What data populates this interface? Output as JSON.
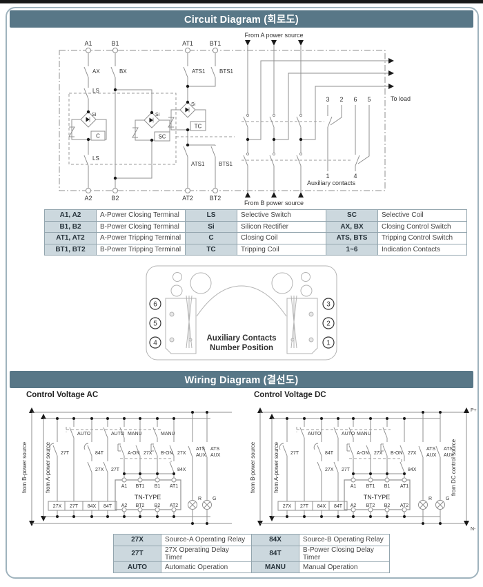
{
  "titles": {
    "circuit": "Circuit Diagram (회로도)",
    "wiring": "Wiring Diagram (결선도)"
  },
  "circuit": {
    "from_a": "From A power source",
    "from_b": "From B power source",
    "to_load": "To load",
    "aux_label": "Auxiliary contacts",
    "t_top": [
      "A1",
      "B1",
      "AT1",
      "BT1"
    ],
    "t_bottom": [
      "A2",
      "B2",
      "AT2",
      "BT2"
    ],
    "ax": "AX",
    "bx": "BX",
    "ls": "LS",
    "si": "Si",
    "c": "C",
    "sc": "SC",
    "tc": "TC",
    "ats1": "ATS1",
    "bts1": "BTS1",
    "aux_top": [
      "3",
      "2",
      "6",
      "5"
    ],
    "aux_bottom": [
      "1",
      "4"
    ]
  },
  "legend1": {
    "rows": [
      [
        "A1, A2",
        "A-Power Closing Terminal",
        "LS",
        "Selective Switch",
        "SC",
        "Selective Coil"
      ],
      [
        "B1, B2",
        "B-Power Closing Terminal",
        "Si",
        "Silicon Rectifier",
        "AX, BX",
        "Closing Control Switch"
      ],
      [
        "AT1, AT2",
        "A-Power Tripping Terminal",
        "C",
        "Closing Coil",
        "ATS, BTS",
        "Tripping Control Switch"
      ],
      [
        "BT1, BT2",
        "B-Power Tripping Terminal",
        "TC",
        "Tripping Coil",
        "1~6",
        "Indication Contacts"
      ]
    ]
  },
  "aux_position": {
    "left": [
      "6",
      "5",
      "4"
    ],
    "right": [
      "3",
      "2",
      "1"
    ],
    "caption1": "Auxiliary Contacts",
    "caption2": "Number Position"
  },
  "wiring_ac": {
    "title": "Control Voltage AC",
    "src_b": "from B-power source",
    "src_a": "from A-power source",
    "sw": [
      "AUTO",
      "AUTO",
      "MANU",
      "MANU"
    ],
    "row1": [
      "27T",
      "84T",
      "A-ON",
      "27X",
      "B-ON",
      "27X"
    ],
    "row2": [
      "27X",
      "27T",
      "84X"
    ],
    "boxes": [
      "27X",
      "27T",
      "84X",
      "84T"
    ],
    "tn_title": "TN-TYPE",
    "tn_top": [
      "A1",
      "BT1",
      "B1",
      "AT1"
    ],
    "tn_bottom": [
      "A2",
      "BT2",
      "B2",
      "AT2"
    ],
    "ats": "ATS",
    "aux": "AUX",
    "lamp_r": "R",
    "lamp_g": "G"
  },
  "wiring_dc": {
    "title": "Control Voltage DC",
    "src_b": "from B-power source",
    "src_a": "from A-power source",
    "src_dc": "from DC control source",
    "p_plus": "P+",
    "n_minus": "N-",
    "sw": [
      "AUTO",
      "AUTO",
      "MANU"
    ],
    "row1": [
      "27T",
      "84T",
      "A-ON",
      "27X",
      "B-ON",
      "27X"
    ],
    "row2": [
      "27X",
      "27T",
      "84X"
    ],
    "boxes": [
      "27X",
      "27T",
      "84X",
      "84T"
    ],
    "tn_title": "TN-TYPE",
    "tn_top": [
      "A1",
      "BT1",
      "B1",
      "AT1"
    ],
    "tn_bottom": [
      "A2",
      "BT2",
      "B2",
      "AT2"
    ],
    "ats": "ATS",
    "aux": "AUX",
    "lamp_r": "R",
    "lamp_g": "G"
  },
  "legend2": {
    "rows": [
      [
        "27X",
        "Source-A Operating Relay",
        "84X",
        "Source-B Operating Relay"
      ],
      [
        "27T",
        "27X Operating Delay Timer",
        "84T",
        "B-Power Closing Delay Timer"
      ],
      [
        "AUTO",
        "Automatic Operation",
        "MANU",
        "Manual Operation"
      ]
    ]
  }
}
